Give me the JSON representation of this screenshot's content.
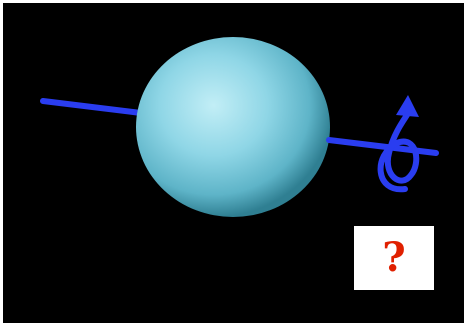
{
  "scene": {
    "planet": "planet",
    "axis": "rotation-axis",
    "rotation_arrow": "rotation-direction-arrow"
  },
  "question_box": {
    "symbol": "?"
  },
  "colors": {
    "background": "#000000",
    "planet_light": "#a9e4ef",
    "planet_mid": "#72c6d8",
    "planet_dark": "#2f7f92",
    "axis": "#2a3df0",
    "question_mark": "#e02000",
    "box": "#ffffff"
  }
}
